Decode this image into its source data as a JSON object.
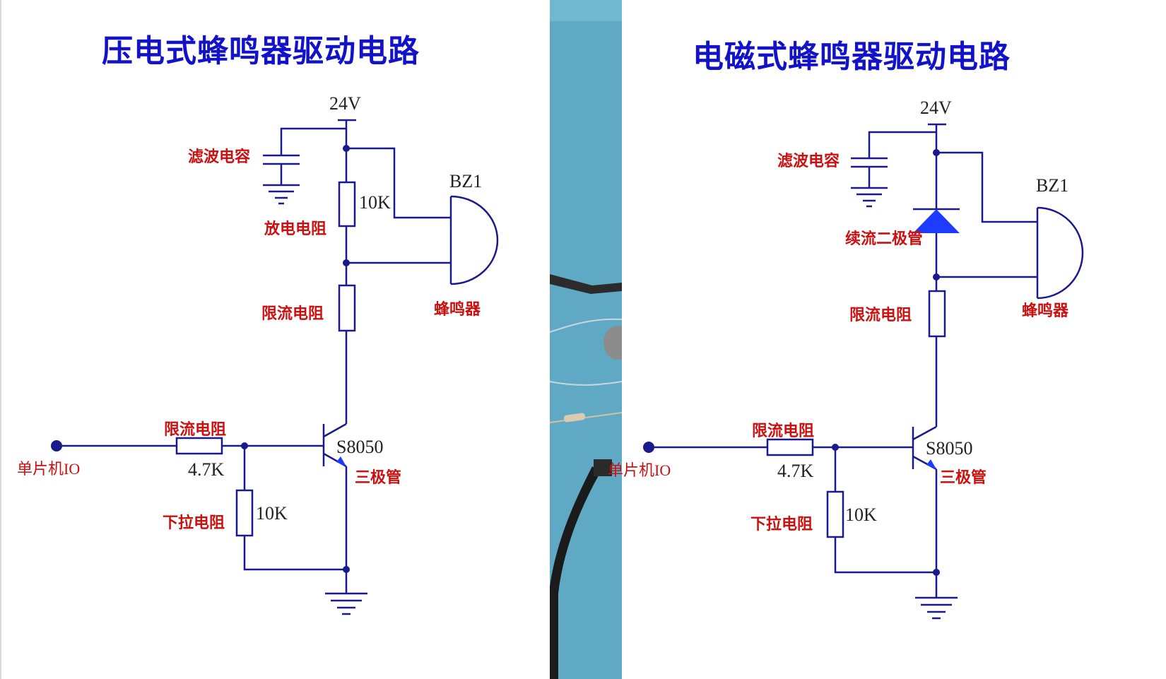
{
  "left": {
    "title": "压电式蜂鸣器驱动电路",
    "supply": "24V",
    "filter_cap": "滤波电容",
    "discharge_res": "放电电阻",
    "res_10k_top": "10K",
    "buzzer_ref": "BZ1",
    "buzzer": "蜂鸣器",
    "limit_res_top": "限流电阻",
    "limit_res_base": "限流电阻",
    "res_4k7": "4.7K",
    "mcu_io": "单片机IO",
    "transistor_model": "S8050",
    "transistor": "三极管",
    "pulldown_res": "下拉电阻",
    "res_10k_bottom": "10K"
  },
  "right": {
    "title": "电磁式蜂鸣器驱动电路",
    "supply": "24V",
    "filter_cap": "滤波电容",
    "diode": "续流二极管",
    "buzzer_ref": "BZ1",
    "buzzer": "蜂鸣器",
    "limit_res_top": "限流电阻",
    "limit_res_base": "限流电阻",
    "res_4k7": "4.7K",
    "mcu_io": "单片机IO",
    "transistor_model": "S8050",
    "transistor": "三极管",
    "pulldown_res": "下拉电阻",
    "res_10k_bottom": "10K"
  },
  "colors": {
    "title": "#1212c8",
    "wire": "#1a1a8c",
    "label_red": "#cc1010",
    "diode_fill": "#1e3cff",
    "photo_bg": "#5fa9c4"
  }
}
